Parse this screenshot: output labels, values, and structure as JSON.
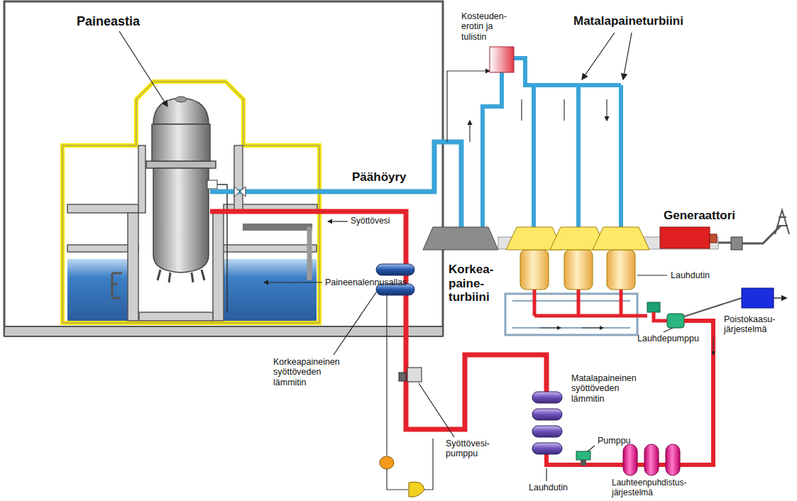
{
  "diagram": {
    "labels": [
      "Paineastia",
      "Päähöyry",
      "Syöttövesi",
      "Paineenalennusallas",
      "Kosteuden- erotin ja tulistin",
      "Matalapaineturbiini",
      "Generaattori",
      "Korkea- paine- turbiini",
      "Lauhdutin",
      "Poistokaasu- järjestelmä",
      "Lauhdepumppu",
      "Matalapaineinen syöttöveden lämmitin",
      "Korkeapaineinen syöttöveden lämmitin",
      "Syöttövesi- pumppu",
      "Pumppu",
      "Lauhteenpuhdistus- järjestelmä",
      "Lauhdutin"
    ]
  }
}
